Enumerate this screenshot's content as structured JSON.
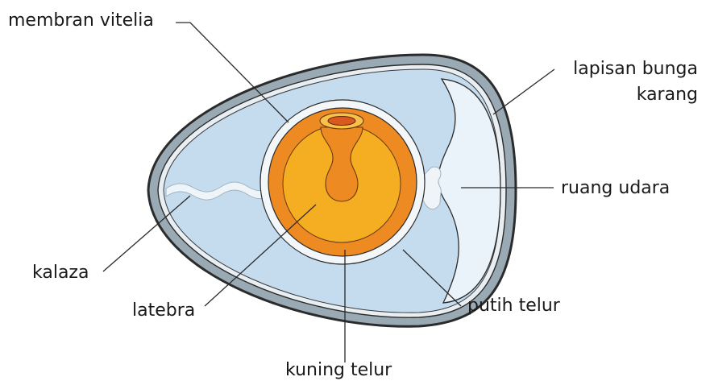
{
  "labels": {
    "membran_vitelia": "membran vitelia",
    "lapisan_bunga_karang_line1": "lapisan bunga",
    "lapisan_bunga_karang_line2": "karang",
    "ruang_udara": "ruang udara",
    "kalaza": "kalaza",
    "latebra": "latebra",
    "putih_telur": "putih telur",
    "kuning_telur": "kuning telur"
  },
  "colors": {
    "shell_outline": "#2b2b2b",
    "shell": "#9aaab4",
    "shell_membrane": "#e8eef2",
    "albumen": "#c5dcef",
    "air_cell": "#eaf3fa",
    "vitelline_membrane": "#f3f7fa",
    "yolk_outer": "#ee8a22",
    "yolk_inner": "#f5ae22",
    "chalaza": "#eef4f8",
    "germinal_disc": "#d95a1e"
  }
}
